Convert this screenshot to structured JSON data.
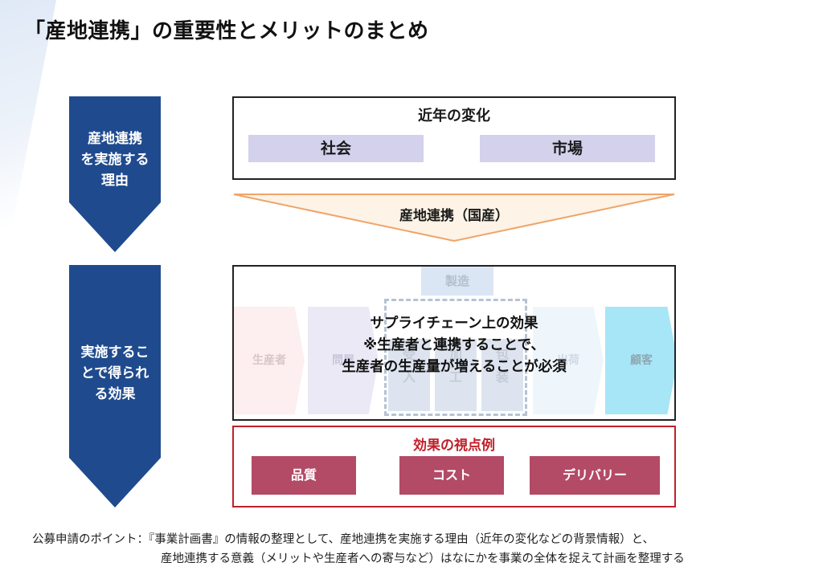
{
  "title": "「産地連携」の重要性とメリットのまとめ",
  "left_arrows": [
    {
      "label": "産地連携\nを実施する\n理由"
    },
    {
      "label": "実施するこ\nとで得られ\nる効果"
    }
  ],
  "recent_changes": {
    "title": "近年の変化",
    "tags": [
      "社会",
      "市場"
    ]
  },
  "funnel": {
    "label": "産地連携（国産）"
  },
  "supply_chain": {
    "manufacturing_label": "製造",
    "stages": [
      "生産者",
      "問屋",
      "出荷",
      "顧客"
    ],
    "sub_columns": [
      "受\n入",
      "加\n工",
      "包\n装"
    ],
    "overlay_lines": [
      "サプライチェーン上の効果",
      "※生産者と連携することで、",
      "生産者の生産量が増えることが必須"
    ]
  },
  "effects": {
    "title": "効果の視点例",
    "items": [
      "品質",
      "コスト",
      "デリバリー"
    ]
  },
  "colors": {
    "arrow_blue": "#1f4b8e",
    "tag_lavender": "#d3d1ec",
    "funnel_fill": "#fdf3e6",
    "funnel_stroke": "#f0a46a",
    "effect_red": "#c0202a",
    "pill_rose": "#b34a66"
  },
  "footer": {
    "line1": "公募申請のポイント：『事業計画書』の情報の整理として、産地連携を実施する理由（近年の変化などの背景情報）と、",
    "line2": "産地連携する意義（メリットや生産者への寄与など）はなにかを事業の全体を捉えて計画を整理する"
  }
}
